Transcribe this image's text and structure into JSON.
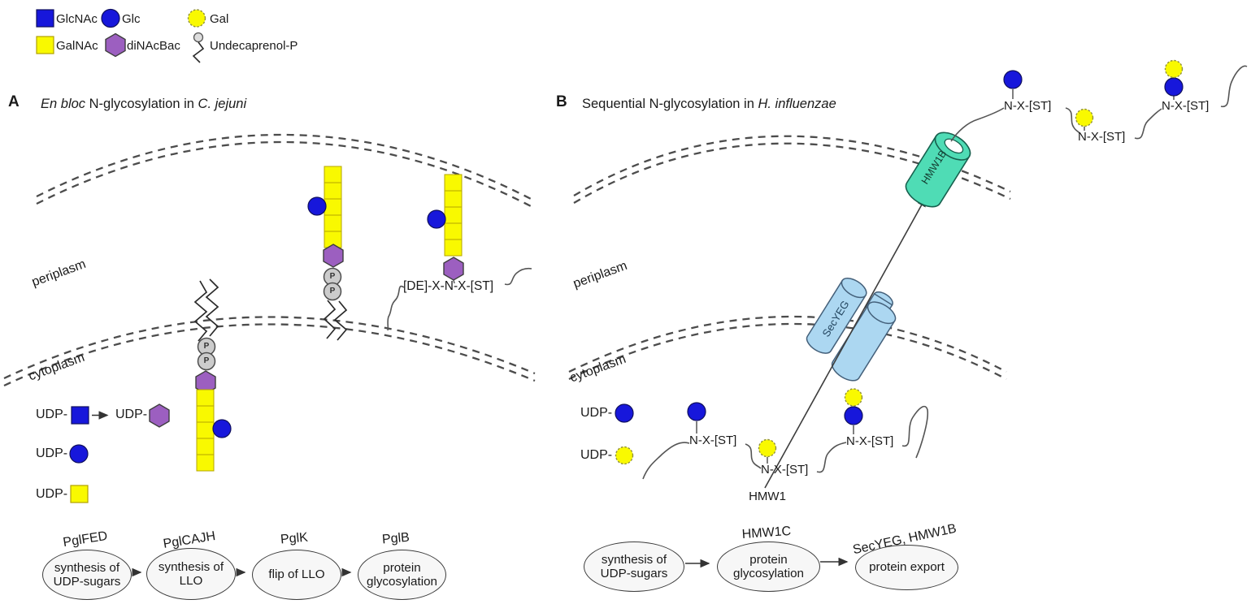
{
  "legend": {
    "glcnac": "GlcNAc",
    "glc": "Glc",
    "gal": "Gal",
    "galnac": "GalNAc",
    "dinacbac": "diNAcBac",
    "undecaprenol": "Undecaprenol-P"
  },
  "colors": {
    "blue": "#1717db",
    "yellow": "#f9f900",
    "purple": "#9c5fc0",
    "teal": "#4fdcb5",
    "light_blue": "#acd7f1",
    "phosphate_gray": "#cccccc"
  },
  "panelA": {
    "letter": "A",
    "title_italic_1": "En bloc",
    "title_mid": " N-glycosylation in ",
    "title_italic_2": "C. jejuni",
    "periplasm": "periplasm",
    "cytoplasm": "cytoplasm",
    "udp": "UDP-",
    "phosphate": "P",
    "sequon": "[DE]-X-N-X-[ST]",
    "pathway": [
      {
        "enzyme": "PglFED",
        "line1": "synthesis of",
        "line2": "UDP-sugars"
      },
      {
        "enzyme": "PglCAJH",
        "line1": "synthesis of",
        "line2": "LLO"
      },
      {
        "enzyme": "PglK",
        "line1": "flip of LLO",
        "line2": ""
      },
      {
        "enzyme": "PglB",
        "line1": "protein",
        "line2": "glycosylation"
      }
    ]
  },
  "panelB": {
    "letter": "B",
    "title_mid": "Sequential N-glycosylation in ",
    "title_italic": "H. influenzae",
    "periplasm": "periplasm",
    "cytoplasm": "cytoplasm",
    "udp": "UDP-",
    "sequon": "N-X-[ST]",
    "hmw1": "HMW1",
    "secyeg": "SecYEG",
    "hmw1b": "HMW1B",
    "pathway": [
      {
        "enzyme": "",
        "line1": "synthesis of",
        "line2": "UDP-sugars"
      },
      {
        "enzyme": "HMW1C",
        "line1": "protein",
        "line2": "glycosylation"
      },
      {
        "enzyme": "SecYEG, HMW1B",
        "line1": "protein export",
        "line2": ""
      }
    ]
  }
}
